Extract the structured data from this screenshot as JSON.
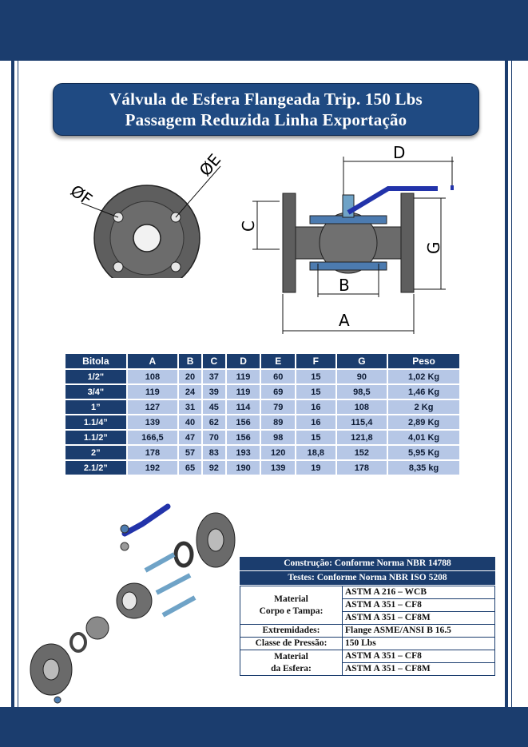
{
  "title": {
    "line1": "Válvula de Esfera Flangeada Trip. 150 Lbs",
    "line2": "Passagem Reduzida Linha Exportação"
  },
  "drawing_labels": {
    "front_f": "ØF",
    "front_e": "ØE",
    "side_d": "D",
    "side_c": "C",
    "side_b": "B",
    "side_g": "G",
    "side_a": "A"
  },
  "dimensions_table": {
    "headers": [
      "Bitola",
      "A",
      "B",
      "C",
      "D",
      "E",
      "F",
      "G",
      "Peso"
    ],
    "rows": [
      [
        "1/2\"",
        "108",
        "20",
        "37",
        "119",
        "60",
        "15",
        "90",
        "1,02 Kg"
      ],
      [
        "3/4\"",
        "119",
        "24",
        "39",
        "119",
        "69",
        "15",
        "98,5",
        "1,46 Kg"
      ],
      [
        "1”",
        "127",
        "31",
        "45",
        "114",
        "79",
        "16",
        "108",
        "2 Kg"
      ],
      [
        "1.1/4”",
        "139",
        "40",
        "62",
        "156",
        "89",
        "16",
        "115,4",
        "2,89 Kg"
      ],
      [
        "1.1/2”",
        "166,5",
        "47",
        "70",
        "156",
        "98",
        "15",
        "121,8",
        "4,01 Kg"
      ],
      [
        "2”",
        "178",
        "57",
        "83",
        "193",
        "120",
        "18,8",
        "152",
        "5,95 Kg"
      ],
      [
        "2.1/2”",
        "192",
        "65",
        "92",
        "190",
        "139",
        "19",
        "178",
        "8,35 kg"
      ]
    ]
  },
  "spec": {
    "construction": "Construção: Conforme Norma NBR 14788",
    "tests": "Testes: Conforme Norma NBR ISO 5208",
    "material_body_label_1": "Material",
    "material_body_label_2": "Corpo e Tampa:",
    "material_body_values": [
      "ASTM A 216 – WCB",
      "ASTM A 351 – CF8",
      "ASTM A 351 – CF8M"
    ],
    "ends_label": "Extremidades:",
    "ends_value": "Flange ASME/ANSI B 16.5",
    "pressure_label": "Classe de Pressão:",
    "pressure_value": "150 Lbs",
    "material_ball_label_1": "Material",
    "material_ball_label_2": "da Esfera:",
    "material_ball_values": [
      "ASTM A 351 – CF8",
      "ASTM A 351 – CF8M"
    ]
  },
  "colors": {
    "band": "#1b3d6e",
    "title_bg": "#1f4a82",
    "cell": "#b6c7e6",
    "handle": "#2233aa"
  }
}
